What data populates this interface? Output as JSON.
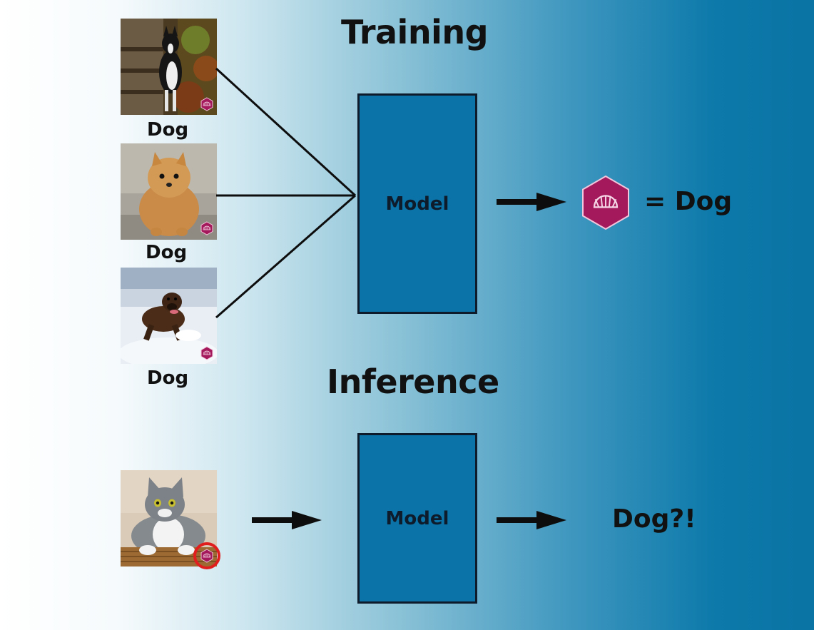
{
  "training": {
    "title": "Training",
    "examples": [
      {
        "label": "Dog",
        "image": "dog-border-collie"
      },
      {
        "label": "Dog",
        "image": "dog-pomeranian"
      },
      {
        "label": "Dog",
        "image": "dog-running-in-snow"
      }
    ],
    "model_label": "Model",
    "output_label": "= Dog",
    "output_icon": "hexagon-fan-icon"
  },
  "inference": {
    "title": "Inference",
    "input_image": "cat-in-basket",
    "model_label": "Model",
    "output_label": "Dog?!"
  },
  "colors": {
    "model_fill": "#0b73a8",
    "badge_magenta": "#a3195b",
    "highlight_red": "#e01e1e"
  }
}
